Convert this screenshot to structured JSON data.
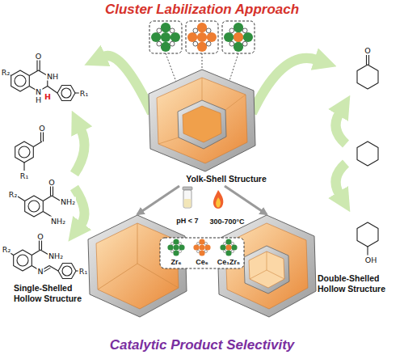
{
  "diagram": {
    "title": "Cluster Labilization Approach",
    "caption": "Catalytic Product Selectivity",
    "nodes": [
      {
        "text": [
          "Yolk-Shell Structure"
        ]
      },
      {
        "text": [
          "Single-Shelled Hollow Structure"
        ]
      },
      {
        "text": [
          "Double-Shelled Hollow Structure"
        ]
      }
    ],
    "edges": [
      {
        "from": 0,
        "to": 1,
        "arrow": "to",
        "label": "pH < 7"
      },
      {
        "from": 0,
        "to": 2,
        "arrow": "to",
        "label": "300-700°C"
      }
    ],
    "labels": [
      "Zr₆",
      "Ce₆",
      "Ce₁Zr₅",
      "O",
      "NH",
      "N",
      "H",
      "H",
      "R₂",
      "R₁",
      "O",
      "R₁",
      "O",
      "NH₂",
      "NH₂",
      "R₂",
      "O",
      "NH₂",
      "N",
      "R₂",
      "R₁",
      "O",
      "OH"
    ]
  }
}
